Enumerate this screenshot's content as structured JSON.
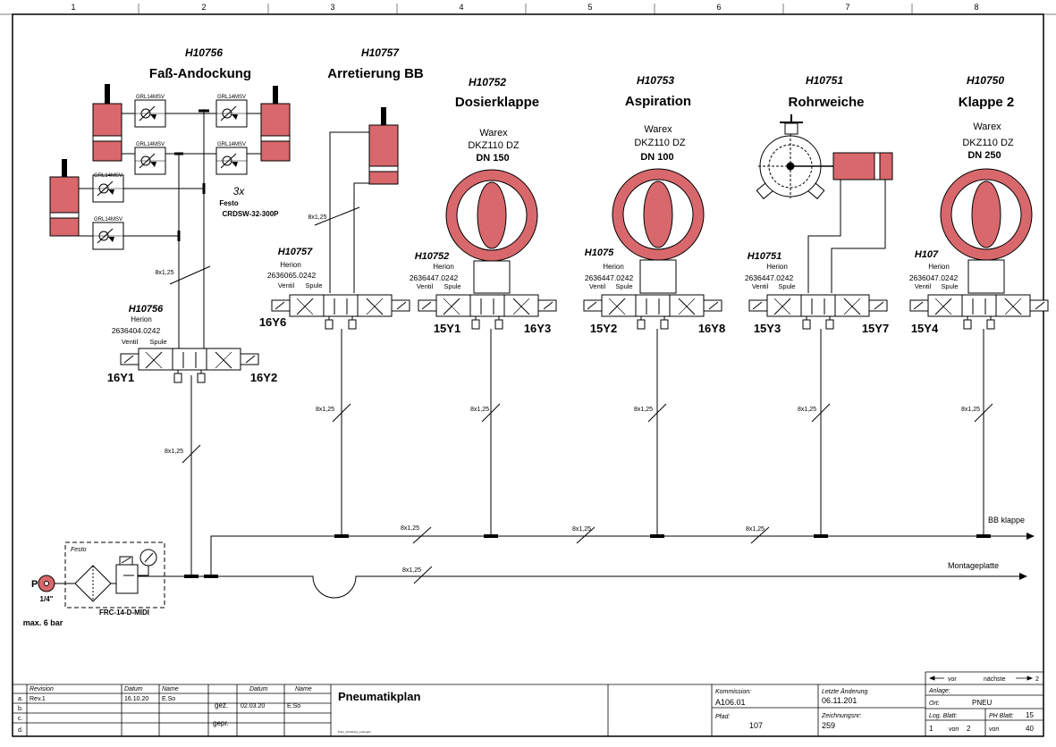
{
  "colors": {
    "accent": "#d8686c",
    "line": "#000000"
  },
  "columns": [
    "1",
    "2",
    "3",
    "4",
    "5",
    "6",
    "7",
    "8"
  ],
  "units": [
    {
      "tag": "H10756",
      "title": "Faß-Andockung",
      "note": "3x",
      "brand": "Festo",
      "model": "CRDSW-32-300P",
      "throttles": [
        "GRL14MSV",
        "GRL14MSV",
        "GRL14MSV",
        "GRL14MSV",
        "GRL14MSV",
        "GRL14MSV"
      ],
      "valve": {
        "tag": "H10756",
        "make": "Herion",
        "part": "2636404.0242",
        "ventil": "Ventil",
        "spule": "Spule",
        "coil_left": "16Y1",
        "coil_right": "16Y2"
      }
    },
    {
      "tag": "H10757",
      "title": "Arretierung BB",
      "valve": {
        "tag": "H10757",
        "make": "Herion",
        "part": "2636065.0242",
        "ventil": "Ventil",
        "spule": "Spule",
        "coil_left": "16Y6"
      }
    },
    {
      "tag": "H10752",
      "title": "Dosierklappe",
      "make": "Warex",
      "model": "DKZ110 DZ",
      "size": "DN 150",
      "valve": {
        "tag": "H10752",
        "make": "Herion",
        "part": "2636447.0242",
        "ventil": "Ventil",
        "spule": "Spule",
        "coil_left": "15Y1",
        "coil_right": "16Y3"
      }
    },
    {
      "tag": "H10753",
      "title": "Aspiration",
      "make": "Warex",
      "model": "DKZ110 DZ",
      "size": "DN 100",
      "valve": {
        "tag": "H1075",
        "make": "Herion",
        "part": "2636447.0242",
        "ventil": "Ventil",
        "spule": "Spule",
        "coil_left": "15Y2",
        "coil_right": "16Y8"
      }
    },
    {
      "tag": "H10751",
      "title": "Rohrweiche",
      "valve": {
        "tag": "H10751",
        "make": "Herion",
        "part": "2636447.0242",
        "ventil": "Ventil",
        "spule": "Spule",
        "coil_left": "15Y3",
        "coil_right": "15Y7"
      }
    },
    {
      "tag": "H10750",
      "title": "Klappe 2",
      "make": "Warex",
      "model": "DKZ110 DZ",
      "size": "DN 250",
      "valve": {
        "tag": "H107",
        "make": "Herion",
        "part": "2636047.0242",
        "ventil": "Ventil",
        "spule": "Spule",
        "coil_left": "15Y4"
      }
    }
  ],
  "pipe_label": "8x1,25",
  "supply": {
    "port": "P",
    "thread": "1/4\"",
    "pressure": "max. 6 bar",
    "brand": "Festo",
    "model": "FRC-14-D-MIDI"
  },
  "lines": {
    "upper": "BB klappe",
    "lower": "Montageplatte"
  },
  "title_block": {
    "rev_header": "Revision",
    "datum_header": "Datum",
    "name_header": "Name",
    "rows": [
      "a.",
      "b.",
      "c.",
      "d."
    ],
    "rev1": "Rev.1",
    "rev1_date": "16.10.20",
    "rev1_name": "E.So",
    "gez": "gez.",
    "gepr": "gepr.",
    "gez_date": "02.03.20",
    "gez_name": "E.So",
    "title": "Pneumatikplan",
    "footer_small": "Pneu_Verteilung_Leitungen",
    "kommission_label": "Kommission:",
    "kommission": "A106.01",
    "pfad_label": "Pfad:",
    "pfad": "107",
    "letzte_label": "Letzte Änderung",
    "letzte": "06.11.201",
    "zeichnung_label": "Zeichnungsnr:",
    "zeichnung": "259",
    "nav_prev": "vor",
    "nav_next": "nächste",
    "nav_num": "2",
    "anlage_label": "Anlage:",
    "ort_label": "Ort:",
    "ort": "PNEU",
    "log_label": "Log. Blatt:",
    "ph_label": "PH Blatt:",
    "ph": "15",
    "log_val": "1",
    "von1_label": "von",
    "von1": "2",
    "von2_label": "von",
    "von2": "40"
  }
}
